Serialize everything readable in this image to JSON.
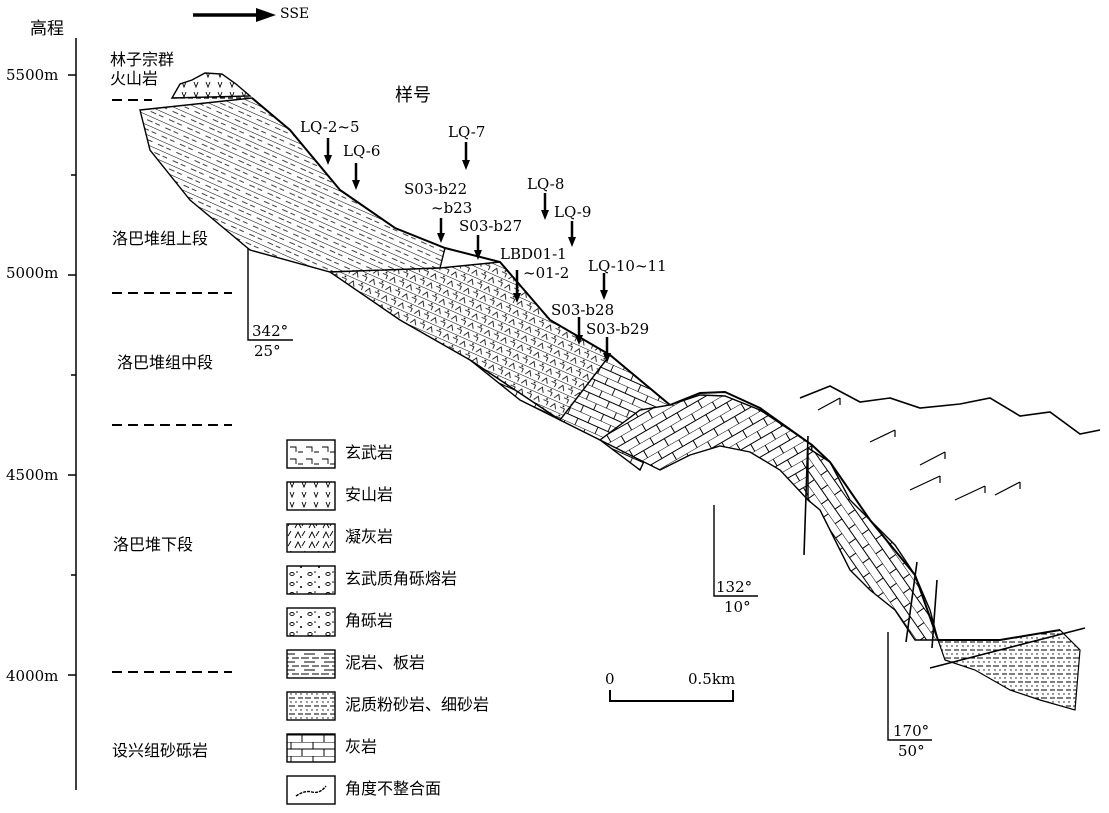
{
  "axis": {
    "title": "高程",
    "ticks": [
      {
        "label": "5500m",
        "value": 5500
      },
      {
        "label": "5000m",
        "value": 5000
      },
      {
        "label": "4500m",
        "value": 4500
      },
      {
        "label": "4000m",
        "value": 4000
      }
    ]
  },
  "direction": "SSE",
  "sample_header": "样号",
  "units": {
    "linzizong": "林子宗群\n火山岩",
    "upper": "洛巴堆组上段",
    "middle": "洛巴堆组中段",
    "lower": "洛巴堆下段",
    "shexing": "设兴组砂砾岩"
  },
  "samples": [
    "LQ-2~5",
    "LQ-6",
    "LQ-7",
    "S03-b22",
    "~b23",
    "LQ-8",
    "LQ-9",
    "S03-b27",
    "LBD01-1",
    "~01-2",
    "LQ-10~11",
    "S03-b28",
    "S03-b29"
  ],
  "attitudes": [
    {
      "strike": "342°",
      "dip": "25°"
    },
    {
      "strike": "132°",
      "dip": "10°"
    },
    {
      "strike": "170°",
      "dip": "50°"
    }
  ],
  "scale": {
    "start": "0",
    "end": "0.5km"
  },
  "legend": [
    {
      "icon": "basalt-pattern",
      "label": "玄武岩"
    },
    {
      "icon": "andesite-pattern",
      "label": "安山岩"
    },
    {
      "icon": "tuff-pattern",
      "label": "凝灰岩"
    },
    {
      "icon": "basaltic-breccia-lava-pattern",
      "label": "玄武质角砾熔岩"
    },
    {
      "icon": "breccia-pattern",
      "label": "角砾岩"
    },
    {
      "icon": "mudstone-slate-pattern",
      "label": "泥岩、板岩"
    },
    {
      "icon": "silty-mudstone-pattern",
      "label": "泥质粉砂岩、细砂岩"
    },
    {
      "icon": "limestone-pattern",
      "label": "灰岩"
    },
    {
      "icon": "unconformity-pattern",
      "label": "角度不整合面"
    }
  ]
}
